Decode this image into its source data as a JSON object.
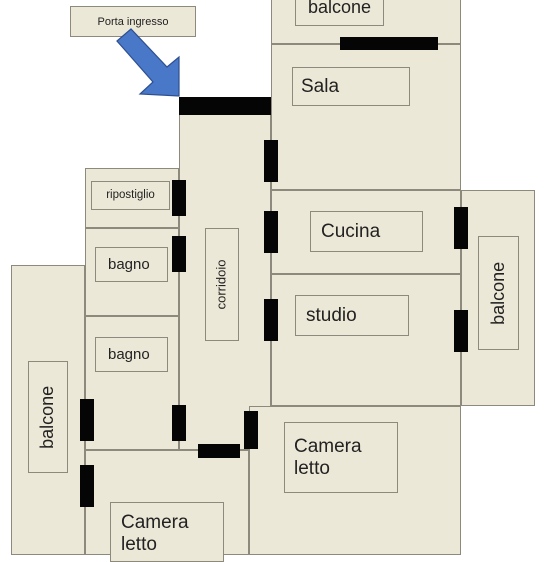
{
  "callout": {
    "text": "Porta ingresso",
    "arrow_color": "#4a78c8"
  },
  "rooms": {
    "balcone_top": "balcone",
    "sala": "Sala",
    "cucina": "Cucina",
    "studio": "studio",
    "balcone_right": "balcone",
    "ripostiglio": "ripostiglio",
    "bagno1": "bagno",
    "bagno2": "bagno",
    "corridoio": "corridoio",
    "balcone_left": "balcone",
    "camera1": "Camera\nletto",
    "camera2": "Camera\nletto"
  },
  "colors": {
    "room": "#ece8d7",
    "line": "#8d8a7d",
    "door": "#050505"
  }
}
